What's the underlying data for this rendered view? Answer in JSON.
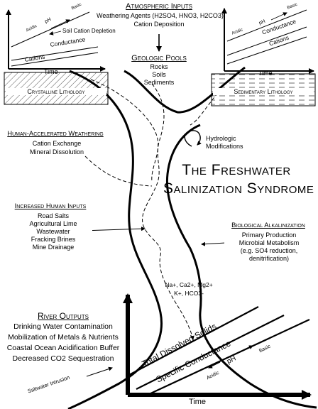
{
  "atmospheric": {
    "heading": "Atmospheric Inputs",
    "line1": "Weathering Agents (H2SO4, HNO3, H2CO3)",
    "line2": "Cation Deposition"
  },
  "geologic": {
    "heading": "Geologic Pools",
    "items": [
      "Rocks",
      "Soils",
      "Sediments"
    ]
  },
  "left_chart": {
    "acidic": "Acidic",
    "ph": "pH",
    "basic": "Basic",
    "soil_depletion": "Soil Cation Depletion",
    "conductance": "Conductance",
    "cations": "Cations",
    "time": "Time"
  },
  "right_chart": {
    "acidic": "Acidic",
    "ph": "pH",
    "basic": "Basic",
    "conductance": "Conductance",
    "cations": "Cations",
    "time": "Time"
  },
  "lithology": {
    "crystalline": "Crystalline Lithology",
    "sedimentary": "Sedimentary Lithology"
  },
  "hydrologic": {
    "line1": "Hydrologic",
    "line2": "Modifications"
  },
  "human_weathering": {
    "heading": "Human-Accelerated Weathering",
    "items": [
      "Cation Exchange",
      "Mineral Dissolution"
    ]
  },
  "title": {
    "line1": "The Freshwater",
    "line2": "Salinization Syndrome"
  },
  "human_inputs": {
    "heading": "Increased Human Inputs",
    "items": [
      "Road Salts",
      "Agricultural Lime",
      "Wastewater",
      "Fracking Brines",
      "Mine Drainage"
    ]
  },
  "bio_alkalinization": {
    "heading": "Biological Alkalinization",
    "line1": "Primary Production",
    "line2": "Microbial Metabolism",
    "line3": "(e.g. SO4 reduction,",
    "line4": "denitrification)"
  },
  "ions": {
    "line1": "Na+, Ca2+, Mg2+",
    "line2": "K+, HCO3-"
  },
  "river_outputs": {
    "heading": "River Outputs",
    "items": [
      "Drinking Water Contamination",
      "Mobilization of Metals & Nutrients",
      "Coastal Ocean Acidification Buffer",
      "Decreased CO2 Sequestration"
    ]
  },
  "bottom_chart": {
    "tds": "Total Dissolved Solids",
    "specific_conductance": "Specific Conductance",
    "acidic": "Acidic",
    "ph": "pH",
    "basic": "Basic",
    "time": "Time",
    "saltwater": "Saltwater Intrusion"
  }
}
